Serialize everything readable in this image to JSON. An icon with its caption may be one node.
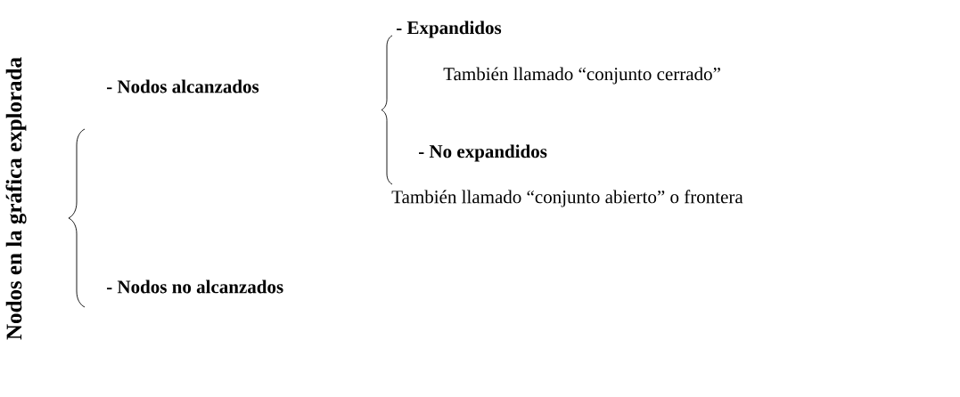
{
  "diagram": {
    "labels": [
      "Nodos en la gráfica explorada",
      "- Nodos alcanzados",
      "- Expandidos",
      "También llamado “conjunto cerrado”",
      "- No expandidos",
      "También llamado “conjunto abierto” o frontera",
      "- Nodos no alcanzados"
    ]
  }
}
